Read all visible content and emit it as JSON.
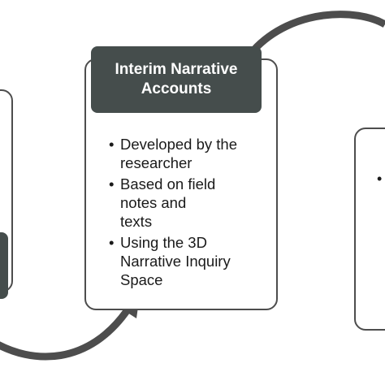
{
  "diagram": {
    "center_box": {
      "title_line1": "Interim Narrative",
      "title_line2": "Accounts",
      "bullets": [
        {
          "line1": "Developed by the",
          "line2": "researcher"
        },
        {
          "line1": "Based on field",
          "line2": "notes and",
          "line3": "texts"
        },
        {
          "line1": "Using the 3D",
          "line2": "Narrative Inquiry",
          "line3": "Space"
        }
      ]
    },
    "colors": {
      "header_fill": "#454d4c",
      "connector": "#4d4d4d",
      "border": "#4d4d4d",
      "text": "#1a1a1a"
    }
  }
}
